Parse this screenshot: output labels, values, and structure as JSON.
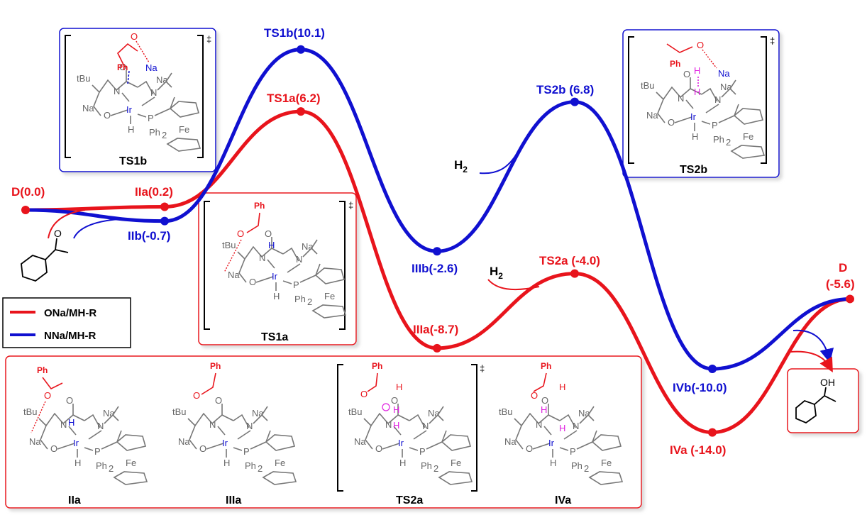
{
  "colors": {
    "red": "#e8141c",
    "blue": "#1010d0",
    "magenta": "#e020e0",
    "gray": "#707070"
  },
  "legend": {
    "items": [
      {
        "label": "ONa/MH-R",
        "color": "#e8141c"
      },
      {
        "label": "NNa/MH-R",
        "color": "#1010d0"
      }
    ]
  },
  "profile": {
    "red_path_levels": [
      {
        "label": "D(0.0)",
        "name": "D",
        "energy": 0.0
      },
      {
        "label": "IIa(0.2)",
        "name": "IIa",
        "energy": 0.2
      },
      {
        "label": "TS1a(6.2)",
        "name": "TS1a",
        "energy": 6.2
      },
      {
        "label": "IIIa(-8.7)",
        "name": "IIIa",
        "energy": -8.7
      },
      {
        "label": "TS2a (-4.0)",
        "name": "TS2a",
        "energy": -4.0
      },
      {
        "label": "IVa (-14.0)",
        "name": "IVa",
        "energy": -14.0
      },
      {
        "label": "D",
        "label2": "(-5.6)",
        "name": "D",
        "energy": -5.6
      }
    ],
    "blue_path_levels": [
      {
        "label": "IIb(-0.7)",
        "name": "IIb",
        "energy": -0.7
      },
      {
        "label": "TS1b(10.1)",
        "name": "TS1b",
        "energy": 10.1
      },
      {
        "label": "IIIb(-2.6)",
        "name": "IIIb",
        "energy": -2.6
      },
      {
        "label": "TS2b (6.8)",
        "name": "TS2b",
        "energy": 6.8
      },
      {
        "label": "IVb(-10.0)",
        "name": "IVb",
        "energy": -10.0
      }
    ],
    "reagents": {
      "h2_top": "H",
      "h2_sub": "2",
      "h2_bottom": "H",
      "h2_bottom_sub": "2"
    }
  },
  "structures": {
    "TS1b": {
      "caption": "TS1b",
      "dagger": "‡"
    },
    "TS2b": {
      "caption": "TS2b",
      "dagger": "‡"
    },
    "TS1a": {
      "caption": "TS1a",
      "dagger": "‡"
    },
    "IIa": {
      "caption": "IIa"
    },
    "IIIa": {
      "caption": "IIIa"
    },
    "TS2a": {
      "caption": "TS2a",
      "dagger": "‡"
    },
    "IVa": {
      "caption": "IVa"
    }
  },
  "atoms": {
    "tbu": "tBu",
    "na": "Na",
    "ir": "Ir",
    "n": "N",
    "o": "O",
    "h": "H",
    "p": "P",
    "ph2": "Ph",
    "ph2_sub": "2",
    "fe": "Fe",
    "ph": "Ph",
    "oh": "OH"
  }
}
